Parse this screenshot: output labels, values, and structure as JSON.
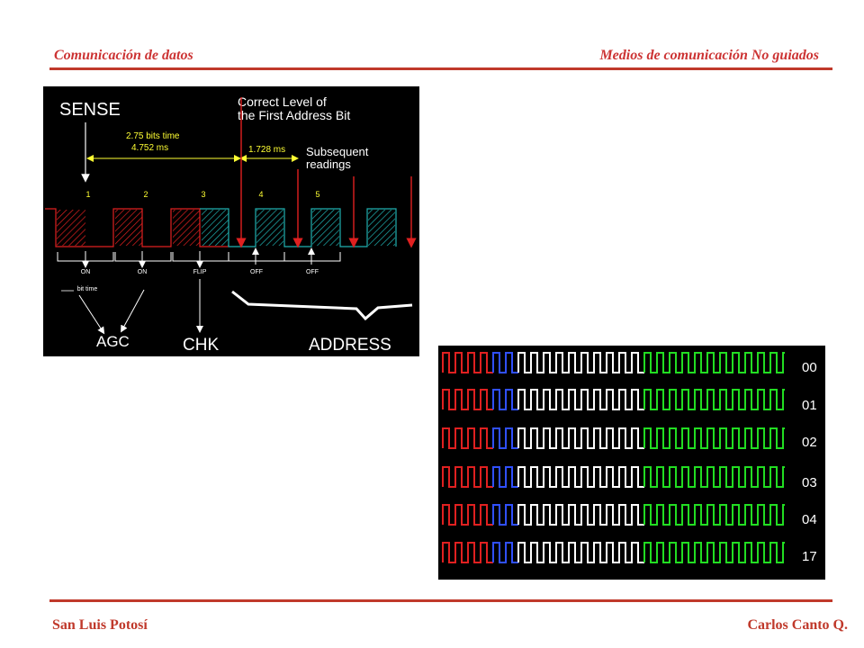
{
  "header": {
    "left_title": "Comunicación de datos",
    "right_title": "Medios de comunicación  No guiados"
  },
  "footer": {
    "left": "San Luis Potosí",
    "right": "Carlos Canto Q."
  },
  "colors": {
    "accent": "#c0392b",
    "header_text": "#cc3333",
    "footer_text": "#c0392b",
    "red_signal": "#e02020",
    "cyan_signal": "#20b0b0",
    "yellow_text": "#ffff33",
    "blue_signal": "#3050ff",
    "green_signal": "#22dd22",
    "white_signal": "#ffffff"
  },
  "sense_diagram": {
    "title": "SENSE",
    "correct_level_line1": "Correct Level of",
    "correct_level_line2": "the First Address Bit",
    "bits_time_line1": "2.75 bits time",
    "bits_time_line2": "4.752 ms",
    "interval_ms": "1.728 ms",
    "subsequent_line1": "Subsequent",
    "subsequent_line2": "readings",
    "bit_numbers": [
      "1",
      "2",
      "3",
      "4",
      "5"
    ],
    "bit_states": [
      "ON",
      "ON",
      "FLIP",
      "OFF",
      "OFF"
    ],
    "bit_time_label": "bit time",
    "group_labels": {
      "agc": "AGC",
      "chk": "CHK",
      "address": "ADDRESS"
    }
  },
  "code_diagram": {
    "codes": [
      "00",
      "01",
      "02",
      "03",
      "04",
      "17"
    ]
  }
}
